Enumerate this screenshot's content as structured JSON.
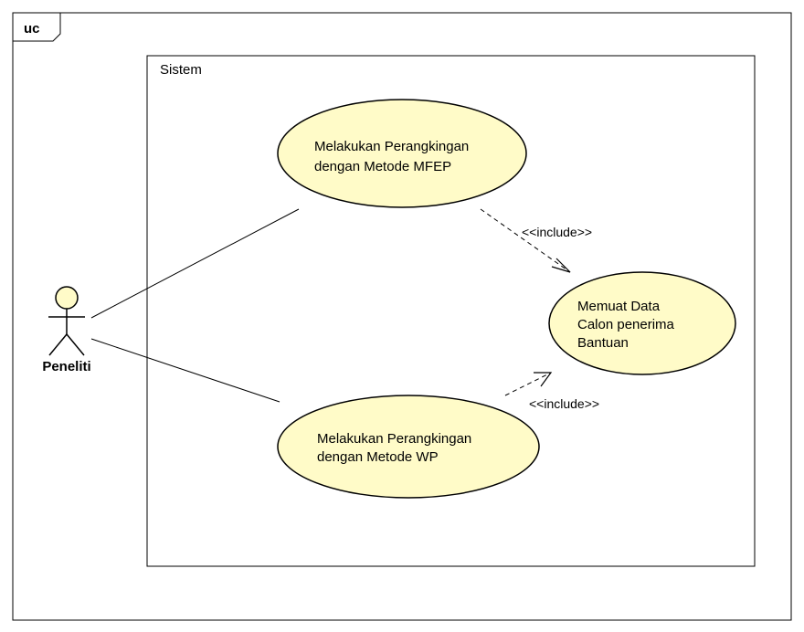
{
  "frame": {
    "tag": "uc"
  },
  "system": {
    "label": "Sistem"
  },
  "actor": {
    "name": "Peneliti"
  },
  "use_cases": [
    {
      "id": "mfep",
      "lines": [
        "Melakukan Perangkingan",
        "dengan Metode MFEP"
      ]
    },
    {
      "id": "wp",
      "lines": [
        "Melakukan Perangkingan",
        "dengan Metode WP"
      ]
    },
    {
      "id": "load",
      "lines": [
        "Memuat Data",
        "Calon penerima",
        "Bantuan"
      ]
    }
  ],
  "relations": [
    {
      "from": "mfep",
      "to": "load",
      "label": "<<include>>"
    },
    {
      "from": "wp",
      "to": "load",
      "label": "<<include>>"
    }
  ],
  "colors": {
    "usecase_fill": "#FFFBC8",
    "stroke": "#000000",
    "background": "#FFFFFF"
  }
}
